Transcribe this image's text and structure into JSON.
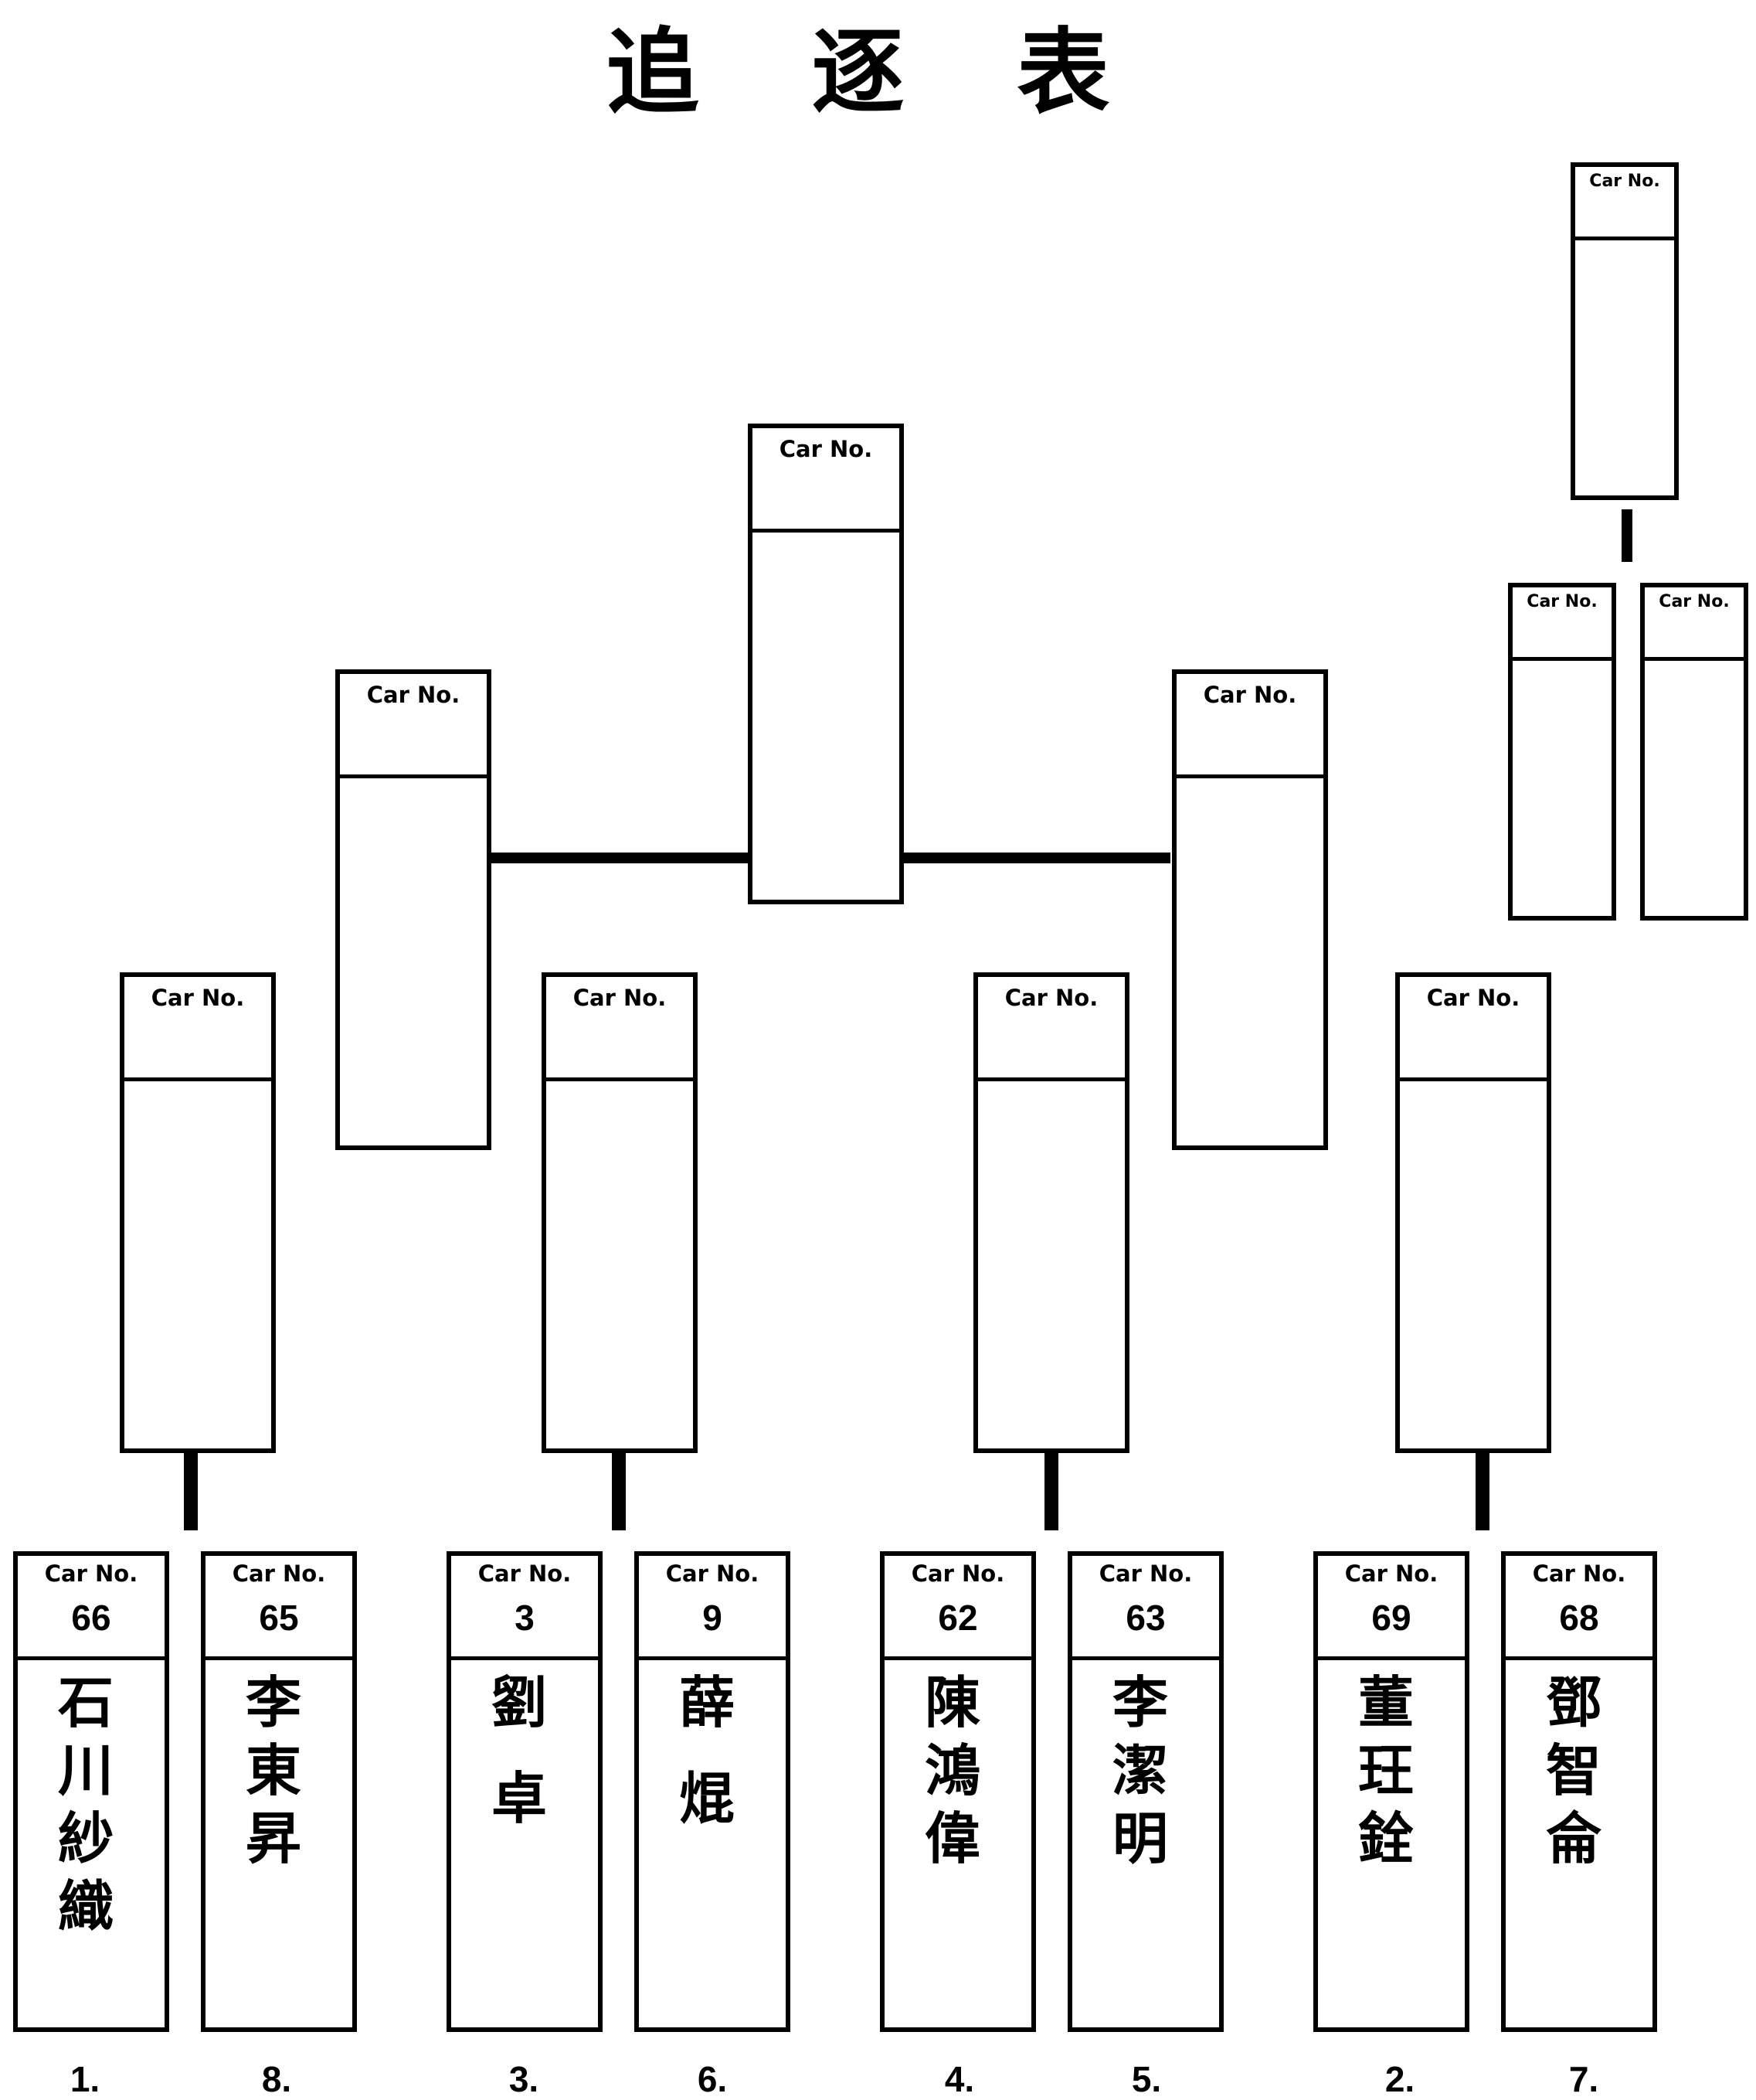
{
  "title": "追 逐 表",
  "car_label": "Car No.",
  "entrants": [
    {
      "car": "66",
      "name": [
        "石",
        "川",
        "紗",
        "織"
      ],
      "rank": "1."
    },
    {
      "car": "65",
      "name": [
        "李",
        "東",
        "昇"
      ],
      "rank": "8."
    },
    {
      "car": "3",
      "name": [
        "劉",
        "",
        "卓"
      ],
      "rank": "3."
    },
    {
      "car": "9",
      "name": [
        "薛",
        "",
        "焜"
      ],
      "rank": "6."
    },
    {
      "car": "62",
      "name": [
        "陳",
        "鴻",
        "偉"
      ],
      "rank": "4."
    },
    {
      "car": "63",
      "name": [
        "李",
        "潔",
        "明"
      ],
      "rank": "5."
    },
    {
      "car": "69",
      "name": [
        "董",
        "玨",
        "銓"
      ],
      "rank": "2."
    },
    {
      "car": "68",
      "name": [
        "鄧",
        "智",
        "侖"
      ],
      "rank": "7."
    }
  ]
}
